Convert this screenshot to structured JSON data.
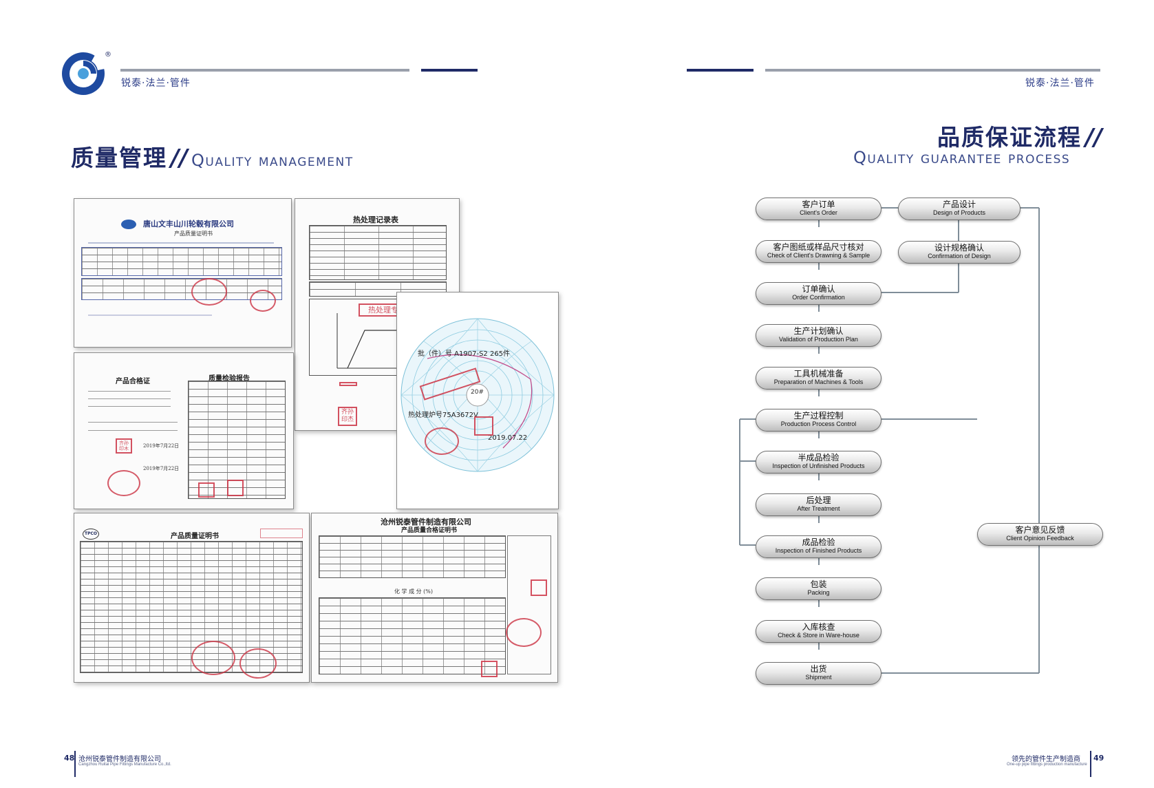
{
  "header": {
    "brand_left": "锐泰·法兰·管件",
    "brand_right": "锐泰·法兰·管件",
    "registered": "®"
  },
  "left_section": {
    "title_cn": "质量管理",
    "slash": "//",
    "title_en": "Quality management"
  },
  "right_section": {
    "title_cn": "品质保证流程",
    "slash": "//",
    "title_en": "Quality guarantee process"
  },
  "documents": {
    "doc1": {
      "company": "唐山文丰山川轮毂有限公司",
      "subtitle": "产品质量证明书"
    },
    "doc2": {
      "title": "热处理记录表",
      "stamp": "热处理专用章",
      "seal": "齐孙印杰"
    },
    "doc3": {
      "batch": "批（件）号 A1907-S2 265件",
      "furnace": "热处理炉号75A3672V",
      "date": "2019.07.22",
      "center": "20#"
    },
    "doc4": {
      "title": "产品合格证",
      "report_title": "质量检验报告",
      "date1": "2019年7月22日",
      "date2": "2019年7月22日",
      "seal": "齐孙印木"
    },
    "doc5": {
      "title": "产品质量证明书",
      "logo": "TPCO"
    },
    "doc6": {
      "company": "沧州锐泰管件制造有限公司",
      "title": "产品质量合格证明书",
      "section": "化 学 成 分 (%)"
    }
  },
  "flow": {
    "left_column": [
      {
        "cn": "客户订单",
        "en": "Client's Order"
      },
      {
        "cn": "客户图纸或样品尺寸核对",
        "en": "Check of Client's Drawning & Sample"
      },
      {
        "cn": "订单确认",
        "en": "Order Confirmation"
      },
      {
        "cn": "生产计划确认",
        "en": "Validation of Production Plan"
      },
      {
        "cn": "工具机械准备",
        "en": "Preparation of Machines & Tools"
      },
      {
        "cn": "生产过程控制",
        "en": "Production Process Control"
      },
      {
        "cn": "半成品检验",
        "en": "Inspection of Unfinished Products"
      },
      {
        "cn": "后处理",
        "en": "After Treatment"
      },
      {
        "cn": "成品检验",
        "en": "Inspection of Finished Products"
      },
      {
        "cn": "包装",
        "en": "Packing"
      },
      {
        "cn": "入库核查",
        "en": "Check & Store in Ware-house"
      },
      {
        "cn": "出货",
        "en": "Shipment"
      }
    ],
    "design_column": [
      {
        "cn": "产品设计",
        "en": "Design of Products"
      },
      {
        "cn": "设计规格确认",
        "en": "Confirmation of Design"
      }
    ],
    "feedback": {
      "cn": "客户意见反馈",
      "en": "Client Opinion Feedback"
    }
  },
  "footer": {
    "left_page": "48",
    "left_cn": "沧州锐泰管件制造有限公司",
    "left_en": "Cangzhou Ruitai Pipe Fittings Manufacture Co.,ltd.",
    "right_page": "49",
    "right_cn": "领先的管件生产制造商",
    "right_en": "One-up pipe fittings production manufacture"
  },
  "colors": {
    "navy": "#1f2a66",
    "gray_rule": "#9aa0ab",
    "stamp_red": "#cc3344",
    "flow_line": "#7f8d98"
  }
}
